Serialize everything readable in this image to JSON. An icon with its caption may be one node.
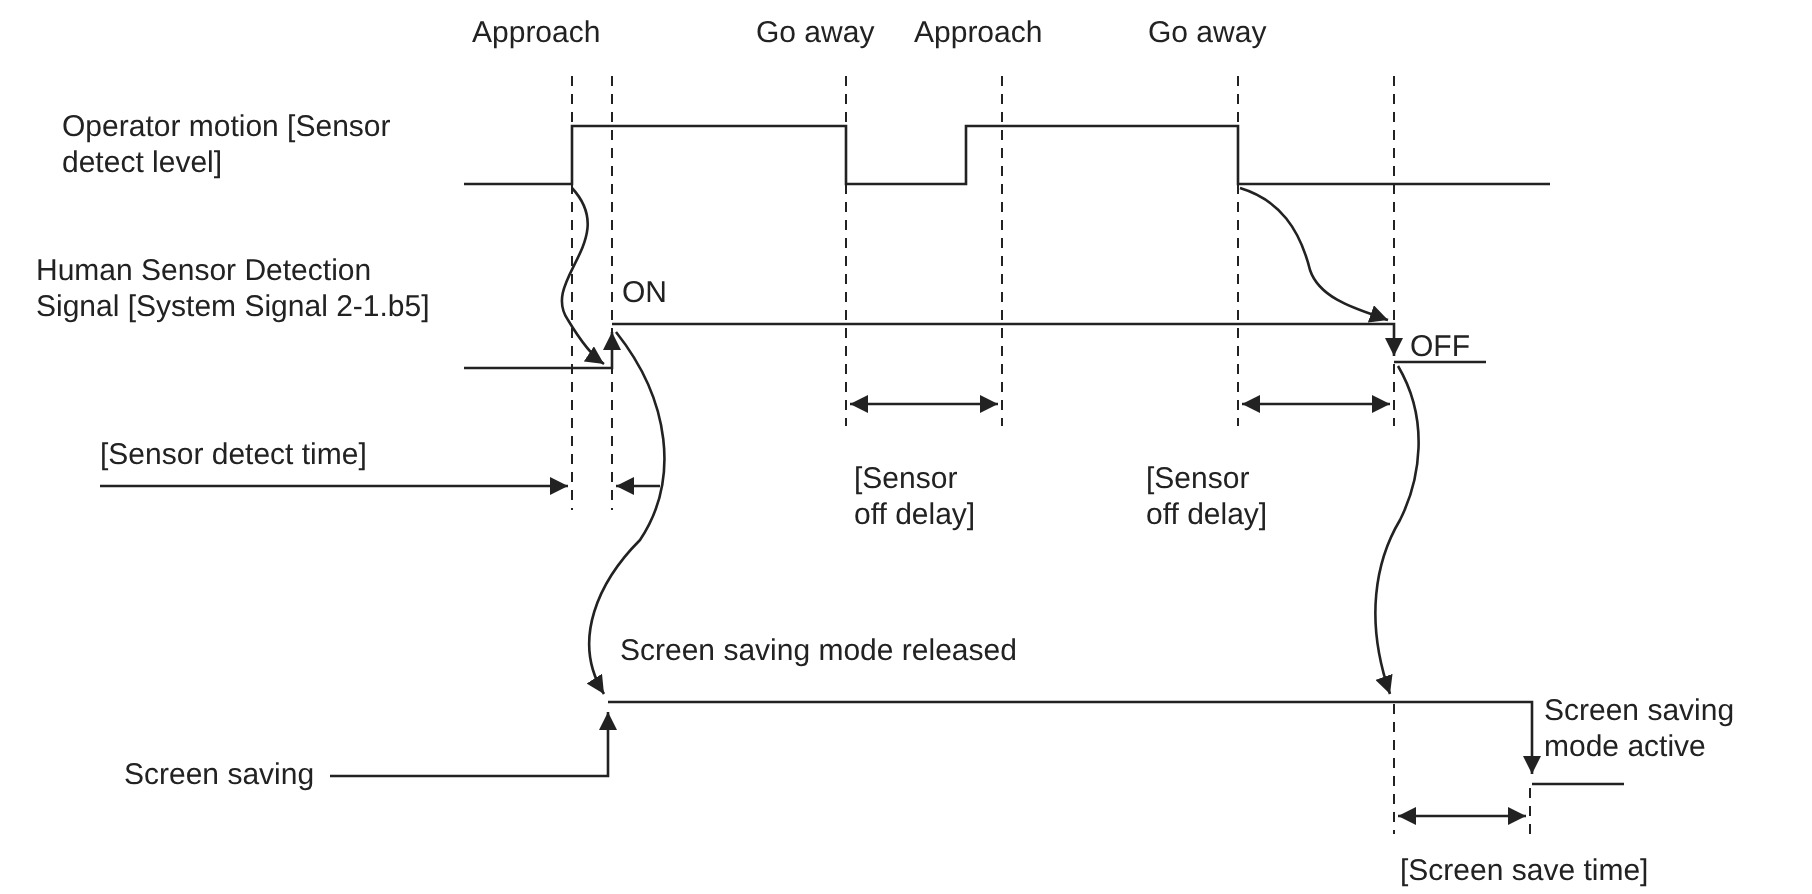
{
  "diagram": {
    "labels": [
      "Approach",
      "Go away",
      "Approach",
      "Go away",
      "Operator motion [Sensor detect level]",
      "Human Sensor Detection Signal [System Signal 2-1.b5]",
      "ON",
      "OFF",
      "[Sensor detect time]",
      "[Sensor off delay]",
      "[Sensor off delay]",
      "Screen saving mode released",
      "Screen saving mode active",
      "Screen saving",
      "[Screen save time]"
    ]
  }
}
